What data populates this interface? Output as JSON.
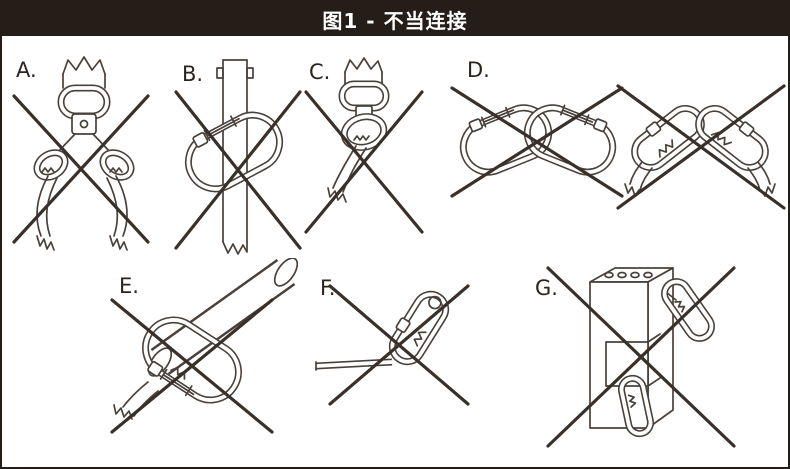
{
  "title": "图1 - 不当连接",
  "panels": [
    {
      "label": "A."
    },
    {
      "label": "B."
    },
    {
      "label": "C."
    },
    {
      "label": "D."
    },
    {
      "label": "E."
    },
    {
      "label": "F."
    },
    {
      "label": "G."
    }
  ],
  "colors": {
    "header_background": "#241d18",
    "header_text": "#ffffff",
    "line_art": "#4a403a",
    "cross_mark": "#39302a",
    "background": "#ffffff",
    "border": "#241d18"
  }
}
